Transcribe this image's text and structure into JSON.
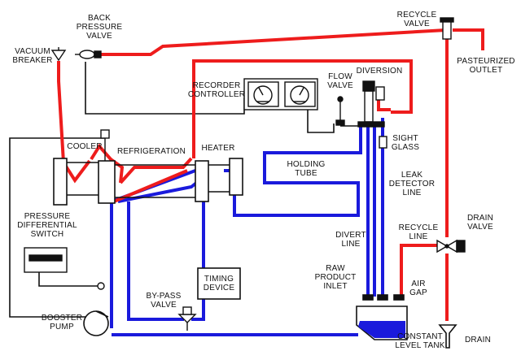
{
  "labels": {
    "back_pressure_valve": [
      "BACK",
      "PRESSURE",
      "VALVE"
    ],
    "vacuum_breaker": [
      "VACUUM",
      "BREAKER"
    ],
    "recycle_valve": [
      "RECYCLE",
      "VALVE"
    ],
    "pasteurized_outlet": [
      "PASTEURIZED",
      "OUTLET"
    ],
    "recorder_controller": [
      "RECORDER",
      "CONTROLLER"
    ],
    "flow_valve": [
      "FLOW",
      "VALVE"
    ],
    "diversion": [
      "DIVERSION"
    ],
    "sight_glass": [
      "SIGHT",
      "GLASS"
    ],
    "cooler": [
      "COOLER"
    ],
    "refrigeration": [
      "REFRIGERATION"
    ],
    "heater": [
      "HEATER"
    ],
    "holding_tube": [
      "HOLDING",
      "TUBE"
    ],
    "leak_detector_line": [
      "LEAK",
      "DETECTOR",
      "LINE"
    ],
    "pressure_differential_switch": [
      "PRESSURE",
      "DIFFERENTIAL",
      "SWITCH"
    ],
    "recycle_line": [
      "RECYCLE",
      "LINE"
    ],
    "drain_valve": [
      "DRAIN",
      "VALVE"
    ],
    "divert_line": [
      "DIVERT",
      "LINE"
    ],
    "timing_device": [
      "TIMING",
      "DEVICE"
    ],
    "raw_product_inlet": [
      "RAW",
      "PRODUCT",
      "INLET"
    ],
    "air_gap": [
      "AIR",
      "GAP"
    ],
    "by_pass_valve": [
      "BY-PASS",
      "VALVE"
    ],
    "booster_pump": [
      "BOOSTER",
      "PUMP"
    ],
    "constant_level_tank": [
      "CONSTANT",
      "LEVEL TANK"
    ],
    "drain": [
      "DRAIN"
    ]
  },
  "colors": {
    "hot_line": "#ee1c1c",
    "raw_line": "#1a1adc",
    "signal_line": "#111111",
    "component": "#111111",
    "background": "#ffffff"
  }
}
